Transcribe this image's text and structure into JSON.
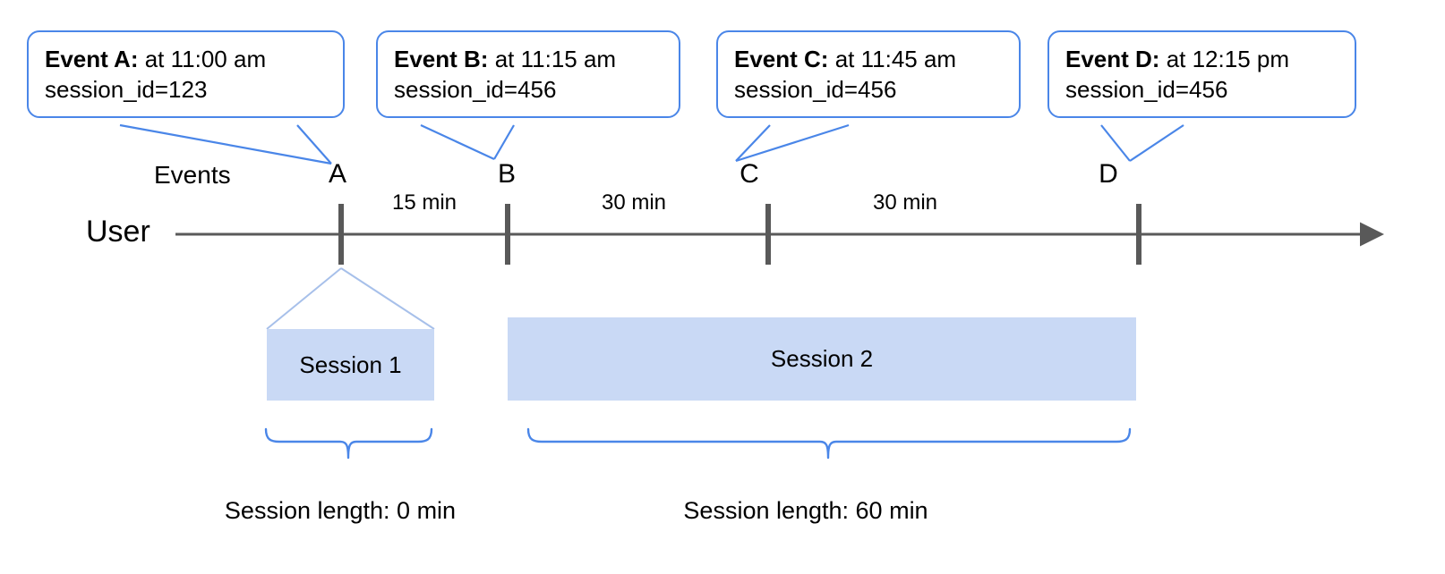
{
  "diagram": {
    "title_note": "User sessionization timeline",
    "accent_blue": "#4a86e8",
    "session_fill": "#c9d9f5",
    "axis_gray": "#595959"
  },
  "callouts": [
    {
      "id": "A",
      "lead": "Event A:",
      "time_text": " at 11:00 am",
      "session_line": "session_id=123"
    },
    {
      "id": "B",
      "lead": "Event B:",
      "time_text": " at 11:15 am",
      "session_line": "session_id=456"
    },
    {
      "id": "C",
      "lead": "Event C:",
      "time_text": " at 11:45 am",
      "session_line": "session_id=456"
    },
    {
      "id": "D",
      "lead": "Event D:",
      "time_text": " at 12:15 pm",
      "session_line": "session_id=456"
    }
  ],
  "axis": {
    "row_label_events": "Events",
    "row_label_user": "User",
    "event_letters": [
      "A",
      "B",
      "C",
      "D"
    ],
    "gaps": [
      "15 min",
      "30 min",
      "30 min"
    ]
  },
  "sessions": [
    {
      "name": "Session 1",
      "length_label": "Session length: 0 min"
    },
    {
      "name": "Session 2",
      "length_label": "Session length: 60 min"
    }
  ]
}
